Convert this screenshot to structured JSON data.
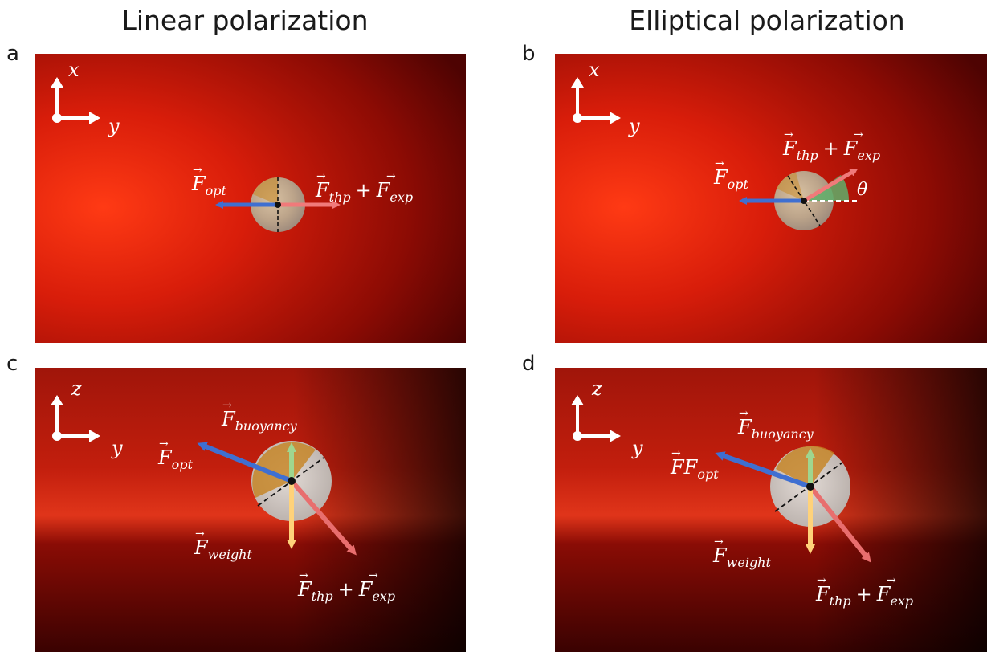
{
  "columns": {
    "left_title": "Linear polarization",
    "right_title": "Elliptical polarization"
  },
  "panels": {
    "a": {
      "letter": "a",
      "axis_vertical": "x",
      "axis_horizontal": "y",
      "opt_base": "F",
      "opt_sub": "opt",
      "sum_base1": "F",
      "sum_sub1": "thp",
      "sum_plus": "+",
      "sum_base2": "F",
      "sum_sub2": "exp"
    },
    "b": {
      "letter": "b",
      "axis_vertical": "x",
      "axis_horizontal": "y",
      "opt_base": "F",
      "opt_sub": "opt",
      "sum_base1": "F",
      "sum_sub1": "thp",
      "sum_plus": "+",
      "sum_base2": "F",
      "sum_sub2": "exp",
      "angle_symbol": "θ"
    },
    "c": {
      "letter": "c",
      "axis_vertical": "z",
      "axis_horizontal": "y",
      "buoy_base": "F",
      "buoy_sub": "buoyancy",
      "opt_base": "F",
      "opt_sub": "opt",
      "weight_base": "F",
      "weight_sub": "weight",
      "sum_base1": "F",
      "sum_sub1": "thp",
      "sum_plus": "+",
      "sum_base2": "F",
      "sum_sub2": "exp"
    },
    "d": {
      "letter": "d",
      "axis_vertical": "z",
      "axis_horizontal": "y",
      "buoy_base": "F",
      "buoy_sub": "buoyancy",
      "opt_base": "FF",
      "opt_sub": "opt",
      "weight_base": "F",
      "weight_sub": "weight",
      "sum_base1": "F",
      "sum_sub1": "thp",
      "sum_plus": "+",
      "sum_base2": "F",
      "sum_sub2": "exp"
    }
  },
  "colors": {
    "opt_arrow": "#3f6fd1",
    "sum_arrow": "#f07a7a",
    "buoyancy_arrow": "#9fd68f",
    "weight_arrow": "#ffd27a",
    "angle_wedge": "#5fae6a"
  }
}
